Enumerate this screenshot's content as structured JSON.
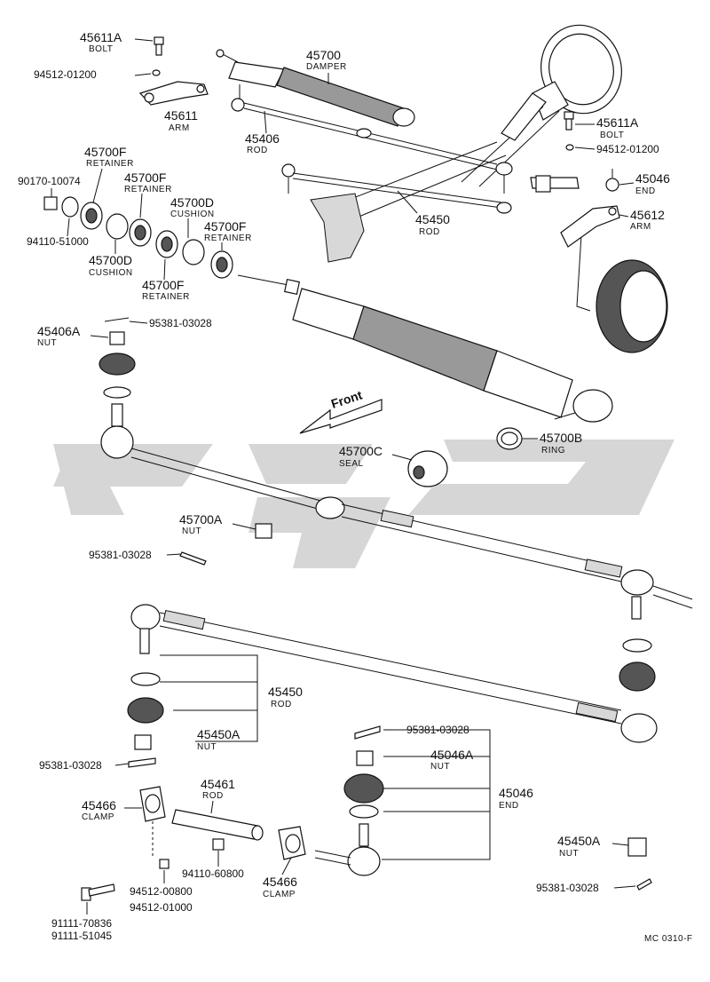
{
  "callouts": [
    {
      "id": "bolt-45611a-left",
      "num": "45611A",
      "name": "BOLT"
    },
    {
      "id": "washer-94512-01200-left",
      "num": "94512-01200",
      "name": ""
    },
    {
      "id": "arm-45611",
      "num": "45611",
      "name": "ARM"
    },
    {
      "id": "damper-45700",
      "num": "45700",
      "name": "DAMPER"
    },
    {
      "id": "rod-45406",
      "num": "45406",
      "name": "ROD"
    },
    {
      "id": "bolt-45611a-right",
      "num": "45611A",
      "name": "BOLT"
    },
    {
      "id": "washer-94512-01200-right",
      "num": "94512-01200",
      "name": ""
    },
    {
      "id": "end-45046-top",
      "num": "45046",
      "name": "END"
    },
    {
      "id": "arm-45612",
      "num": "45612",
      "name": "ARM"
    },
    {
      "id": "rod-45450-top",
      "num": "45450",
      "name": "ROD"
    },
    {
      "id": "retainer-45700f-a",
      "num": "45700F",
      "name": "RETAINER"
    },
    {
      "id": "retainer-45700f-b",
      "num": "45700F",
      "name": "RETAINER"
    },
    {
      "id": "cushion-45700d-a",
      "num": "45700D",
      "name": "CUSHION"
    },
    {
      "id": "retainer-45700f-c",
      "num": "45700F",
      "name": "RETAINER"
    },
    {
      "id": "cushion-45700d-b",
      "num": "45700D",
      "name": "CUSHION"
    },
    {
      "id": "retainer-45700f-d",
      "num": "45700F",
      "name": "RETAINER"
    },
    {
      "id": "part-90170-10074",
      "num": "90170-10074",
      "name": ""
    },
    {
      "id": "part-94110-51000",
      "num": "94110-51000",
      "name": ""
    },
    {
      "id": "pin-95381-03028-a",
      "num": "95381-03028",
      "name": ""
    },
    {
      "id": "nut-45406a",
      "num": "45406A",
      "name": "NUT"
    },
    {
      "id": "seal-45700c",
      "num": "45700C",
      "name": "SEAL"
    },
    {
      "id": "ring-45700b",
      "num": "45700B",
      "name": "RING"
    },
    {
      "id": "nut-45700a",
      "num": "45700A",
      "name": "NUT"
    },
    {
      "id": "pin-95381-03028-b",
      "num": "95381-03028",
      "name": ""
    },
    {
      "id": "rod-45450-mid",
      "num": "45450",
      "name": "ROD"
    },
    {
      "id": "nut-45450a-left",
      "num": "45450A",
      "name": "NUT"
    },
    {
      "id": "pin-95381-03028-c",
      "num": "95381-03028",
      "name": ""
    },
    {
      "id": "pin-95381-03028-d",
      "num": "95381-03028",
      "name": ""
    },
    {
      "id": "nut-45046a",
      "num": "45046A",
      "name": "NUT"
    },
    {
      "id": "end-45046-bottom",
      "num": "45046",
      "name": "END"
    },
    {
      "id": "clamp-45466-left",
      "num": "45466",
      "name": "CLAMP"
    },
    {
      "id": "rod-45461",
      "num": "45461",
      "name": "ROD"
    },
    {
      "id": "part-94110-60800",
      "num": "94110-60800",
      "name": ""
    },
    {
      "id": "clamp-45466-right",
      "num": "45466",
      "name": "CLAMP"
    },
    {
      "id": "nut-45450a-right",
      "num": "45450A",
      "name": "NUT"
    },
    {
      "id": "pin-95381-03028-e",
      "num": "95381-03028",
      "name": ""
    },
    {
      "id": "part-94512-00800",
      "num": "94512-00800",
      "name": ""
    },
    {
      "id": "part-94512-01000",
      "num": "94512-01000",
      "name": ""
    },
    {
      "id": "part-91111-70836",
      "num": "91111-70836",
      "name": ""
    },
    {
      "id": "part-91111-51045",
      "num": "91111-51045",
      "name": ""
    }
  ],
  "front_label": "Front",
  "figure_code": "MC 0310-F",
  "colors": {
    "ink": "#111111",
    "watermark": "#d6d6d6"
  }
}
